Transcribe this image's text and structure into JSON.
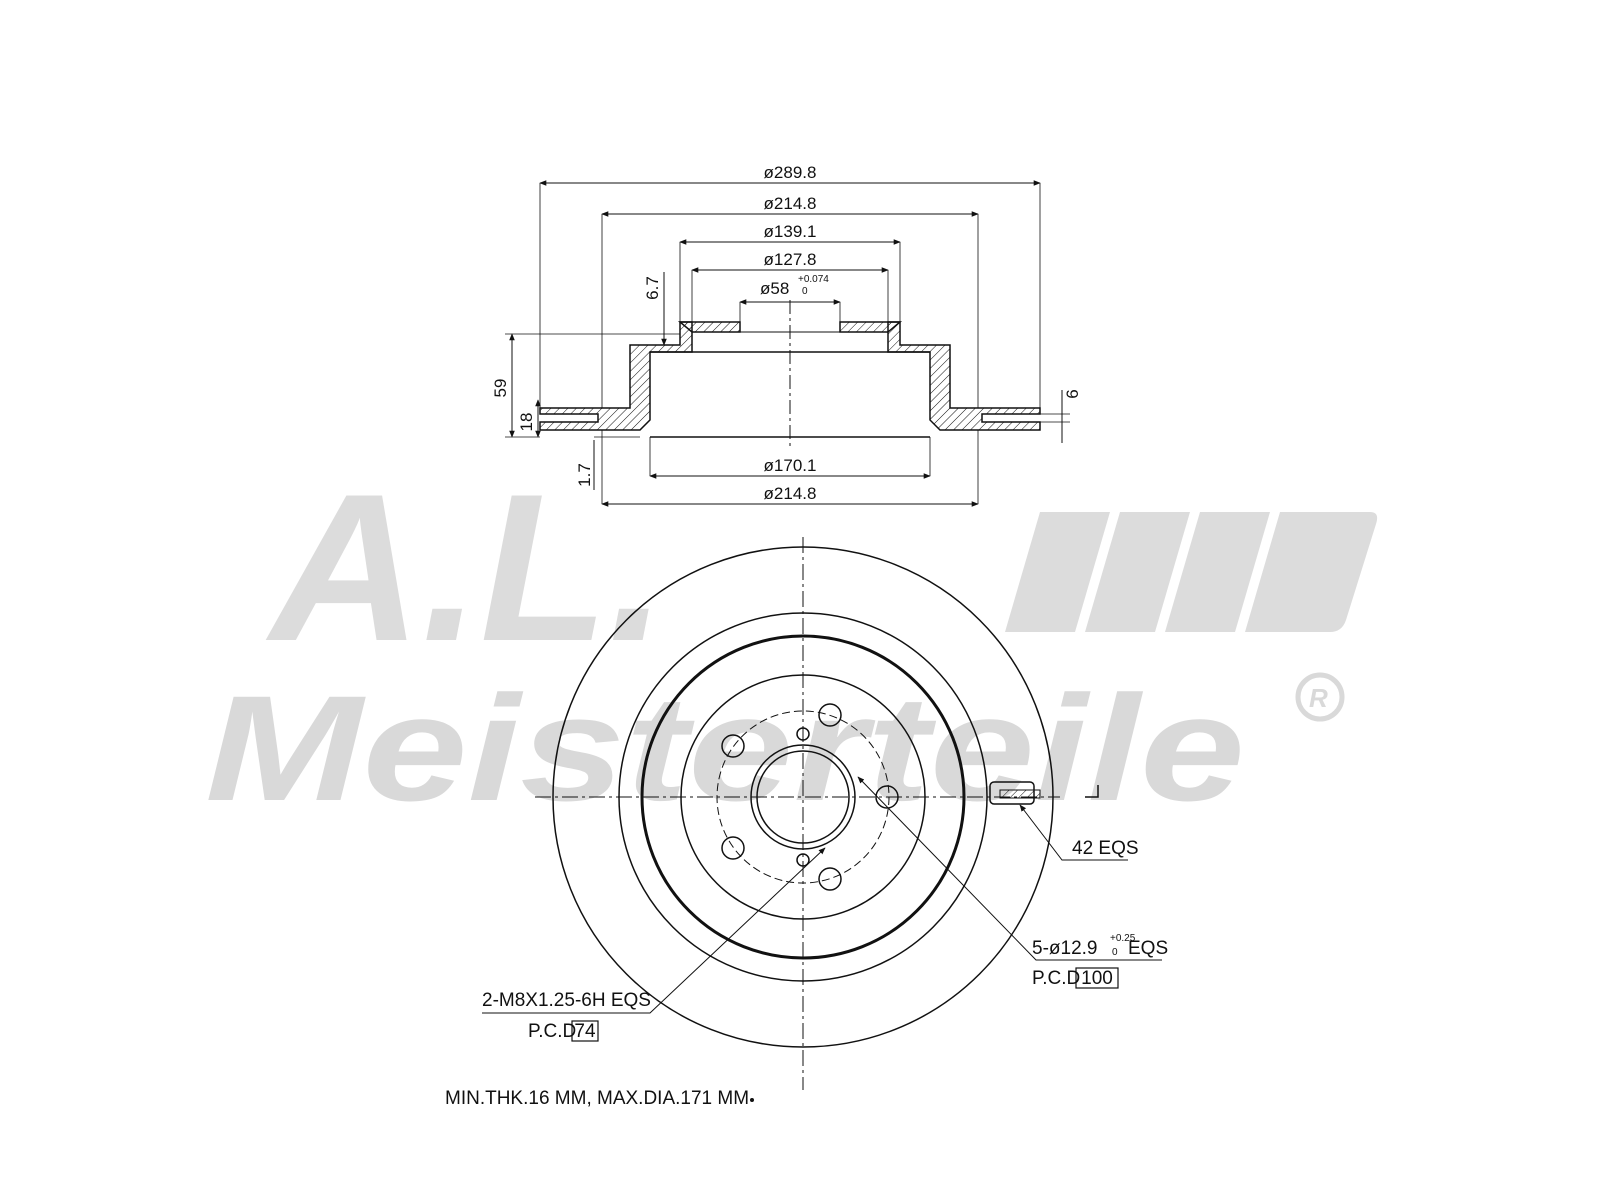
{
  "watermark": {
    "initials": "A.L.",
    "brand": "Meisterteile",
    "registered": "R"
  },
  "side_view": {
    "dims": {
      "outer_dia": "ø289.8",
      "face_dia_top": "ø214.8",
      "hat_outer_dia": "ø139.1",
      "hat_inner_dia": "ø127.8",
      "bore_dia": "ø58",
      "bore_tol_upper": "+0.074",
      "bore_tol_lower": "0",
      "hat_wall": "6.7",
      "total_height": "59",
      "disc_thickness": "18",
      "flange_offset": "1.7",
      "vent_width": "6",
      "inner_bottom_dia": "ø170.1",
      "face_dia_bottom": "ø214.8"
    }
  },
  "front_view": {
    "callouts": {
      "threaded_holes": "2-M8X1.25-6H EQS",
      "threaded_pcd_label": "P.C.D",
      "threaded_pcd_value": "74",
      "vents": "42 EQS",
      "bolt_holes": "5-ø12.9",
      "bolt_tol_upper": "+0.25",
      "bolt_tol_lower": "0",
      "bolt_suffix": "EQS",
      "bolt_pcd_label": "P.C.D",
      "bolt_pcd_value": "100"
    }
  },
  "footer": {
    "note": "MIN.THK.16 MM, MAX.DIA.171 MM"
  }
}
